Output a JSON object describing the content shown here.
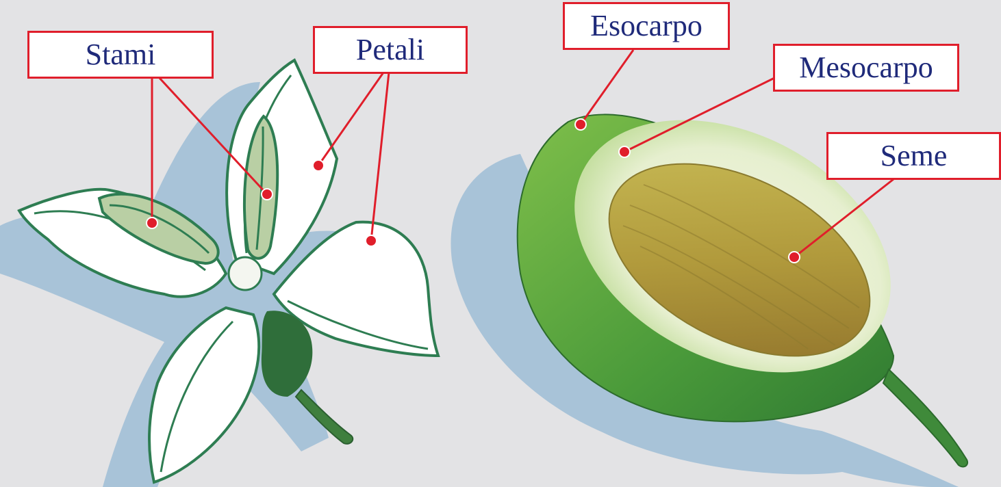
{
  "colors": {
    "background": "#e3e3e5",
    "label_border": "#e01e2b",
    "label_text": "#1f2a7a",
    "leader_line": "#e01e2b",
    "shadow": "#a8c3d8",
    "outline": "#2e7d52",
    "petal": "#ffffff",
    "stem": "#2f6e3a",
    "fruit_skin": "#4c9a3a",
    "seed": "#b39a3a"
  },
  "figures": {
    "flower": {
      "icon": "olive-flower-illustration"
    },
    "fruit": {
      "icon": "olive-fruit-cross-section-illustration"
    }
  },
  "labels": {
    "stami": "Stami",
    "petali": "Petali",
    "esocarpo": "Esocarpo",
    "mesocarpo": "Mesocarpo",
    "seme": "Seme"
  }
}
